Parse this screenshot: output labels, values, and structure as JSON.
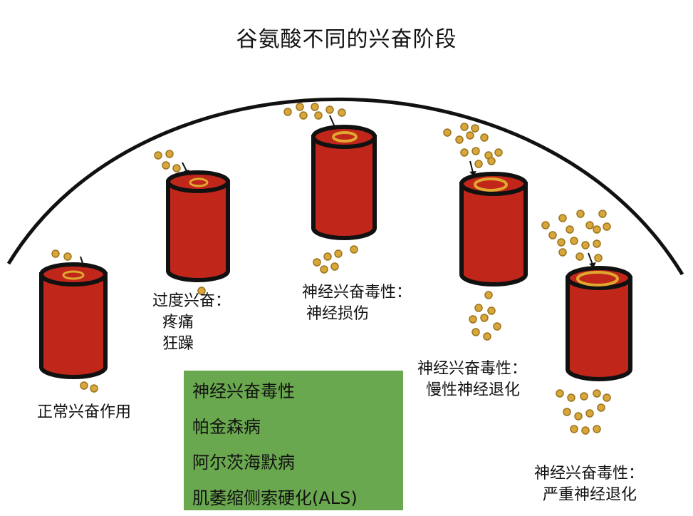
{
  "title": "谷氨酸不同的兴奋阶段",
  "stages": [
    {
      "lines": [
        "正常兴奋作用"
      ]
    },
    {
      "lines": [
        "过度兴奋：",
        "疼痛",
        "狂躁"
      ]
    },
    {
      "lines": [
        "神经兴奋毒性：",
        "神经损伤"
      ]
    },
    {
      "lines": [
        "神经兴奋毒性：",
        "慢性神经退化"
      ]
    },
    {
      "lines": [
        "神经兴奋毒性：",
        "严重神经退化"
      ]
    }
  ],
  "diseases": [
    "神经兴奋毒性",
    "帕金森病",
    "阿尔茨海默病",
    "肌萎缩侧索硬化(ALS)"
  ],
  "colors": {
    "cylinder": "#c0261a",
    "outline": "#111111",
    "ring": "#e0a830",
    "dot": "#d9a63a",
    "dot_edge": "#9a7420",
    "box": "#6aa84f"
  }
}
